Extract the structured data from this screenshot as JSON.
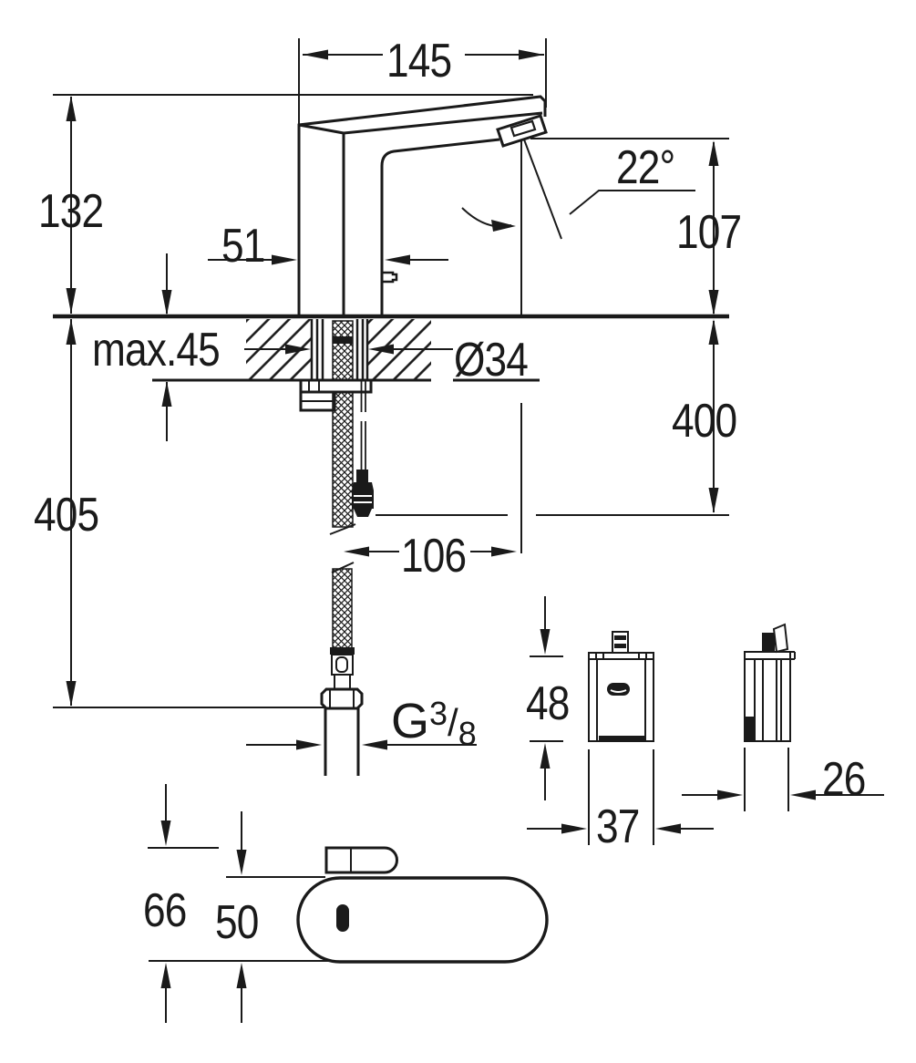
{
  "drawing": {
    "type": "technical-dimension-drawing",
    "subject": "deck-mounted infrared sensor basin faucet with control box",
    "colors": {
      "line": "#1a1a1a",
      "background": "#ffffff"
    },
    "icons": {
      "brand_logo": "grohe-logo",
      "hatch": "section-hatch",
      "braid": "braided-hose-pattern"
    }
  },
  "dims": {
    "spout_reach": "145",
    "height": "132",
    "body_width": "51",
    "angle": "22°",
    "outlet_height": "107",
    "deck_max": "max.45",
    "hole_dia": "Ø34",
    "cable_len": "400",
    "hose_len": "405",
    "outlet_offset": "106",
    "box_h": "48",
    "box_w": "37",
    "box_d": "26",
    "base_total": "66",
    "base_body": "50",
    "thread": {
      "prefix": "G",
      "num": "3",
      "slash": "/",
      "den": "8"
    }
  }
}
